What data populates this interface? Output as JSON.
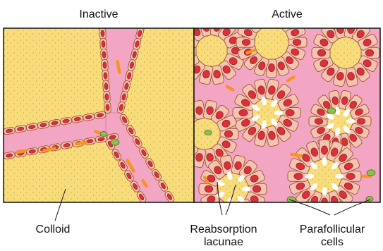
{
  "panels": {
    "inactive_title": "Inactive",
    "active_title": "Active"
  },
  "labels": {
    "colloid": "Colloid",
    "reabsorption_line1": "Reabsorption",
    "reabsorption_line2": "lacunae",
    "parafollicular_line1": "Parafollicular",
    "parafollicular_line2": "cells"
  },
  "colors": {
    "colloid": "#f9dc7a",
    "stroma": "#f3a6c4",
    "cell": "#f3c5b0",
    "cell_outline": "#a0522d",
    "nucleus": "#d9303b",
    "capillary": "#f7931e",
    "parafollicular": "#8fbf4f",
    "border": "#111111"
  }
}
